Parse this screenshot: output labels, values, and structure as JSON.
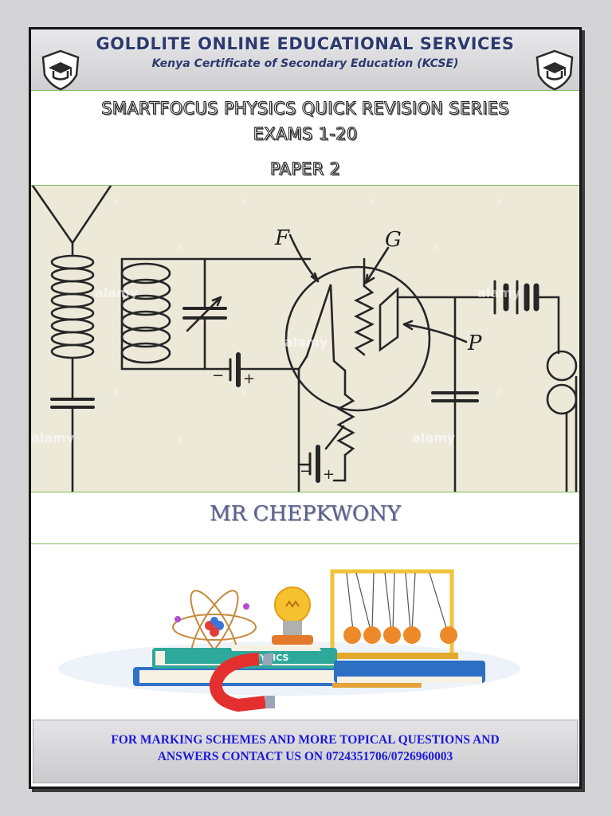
{
  "header": {
    "organization": "GOLDLITE ONLINE EDUCATIONAL SERVICES",
    "subtitle": "Kenya Certificate of Secondary Education (KCSE)",
    "crest_icon": "graduation-cap-shield-icon"
  },
  "title": {
    "line1": "SMARTFOCUS PHYSICS QUICK REVISION SERIES",
    "line2": "EXAMS 1-20",
    "line3": "PAPER 2"
  },
  "circuit": {
    "label_f": "F",
    "label_g": "G",
    "label_p": "P",
    "battery_minus": "−",
    "battery_plus": "+",
    "watermark": "alamy",
    "watermark_small": "a"
  },
  "author": {
    "name": "MR CHEPKWONY"
  },
  "illustration": {
    "book_label": "PHYSICS"
  },
  "footer": {
    "line1": "FOR MARKING SCHEMES AND MORE TOPICAL QUESTIONS AND",
    "line2": "ANSWERS CONTACT US ON 0724351706/0726960003"
  },
  "colors": {
    "header_text": "#2c3a6e",
    "author_text": "#5a6292",
    "footer_text": "#1c19d8",
    "divider": "#7fbf5a"
  }
}
